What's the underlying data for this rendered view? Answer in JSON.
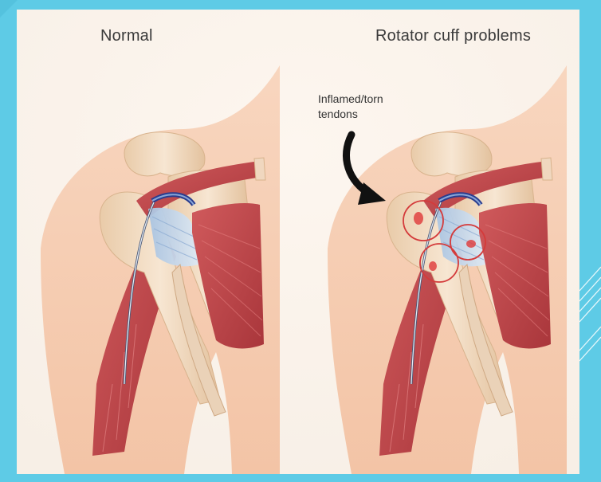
{
  "colors": {
    "frame": "#5ecbe6",
    "skin": "#f6d0b6",
    "bone": "#f1d9bd",
    "muscle": "#c2494e",
    "tendon": "#bdd3ea",
    "inflammation": "#d43b3b"
  },
  "panels": {
    "normal": {
      "title": "Normal"
    },
    "problem": {
      "title": "Rotator cuff problems",
      "callout_line1": "Inflamed/torn",
      "callout_line2": "tendons",
      "arrow_icon": "curved-arrow-down-right-icon"
    }
  }
}
